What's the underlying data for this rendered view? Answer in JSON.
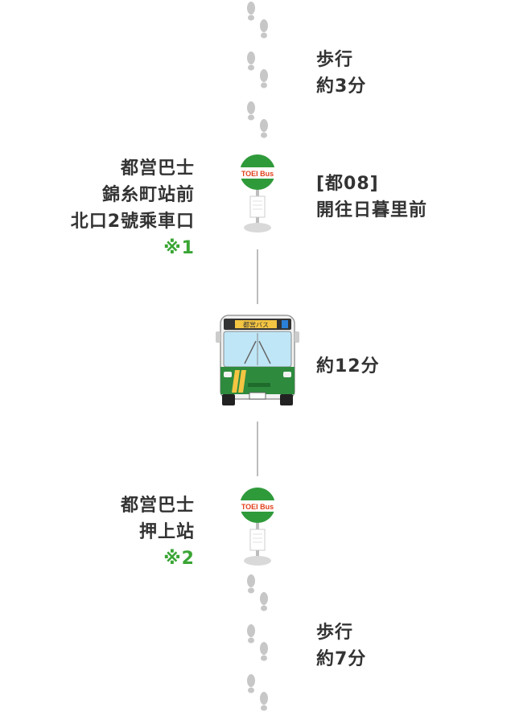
{
  "steps": {
    "walk1": {
      "line1": "歩行",
      "line2": "約3分"
    },
    "board_stop": {
      "line1": "都営巴士",
      "line2": "錦糸町站前",
      "line3": "北口2號乘車口",
      "note": "※1"
    },
    "route": {
      "line1": "[都08]",
      "line2": "開往日暮里前"
    },
    "ride": {
      "duration": "約12分"
    },
    "alight_stop": {
      "line1": "都営巴士",
      "line2": "押上站",
      "note": "※2"
    },
    "walk2": {
      "line1": "歩行",
      "line2": "約7分"
    }
  },
  "stop_sign": {
    "brand": "TOEI Bus"
  },
  "bus": {
    "destination_display": "都営バス"
  },
  "colors": {
    "accent_green": "#3aa535",
    "text": "#333333",
    "line": "#bdbdbd"
  },
  "icons": [
    "footprints-icon",
    "bus-stop-icon",
    "bus-icon"
  ]
}
